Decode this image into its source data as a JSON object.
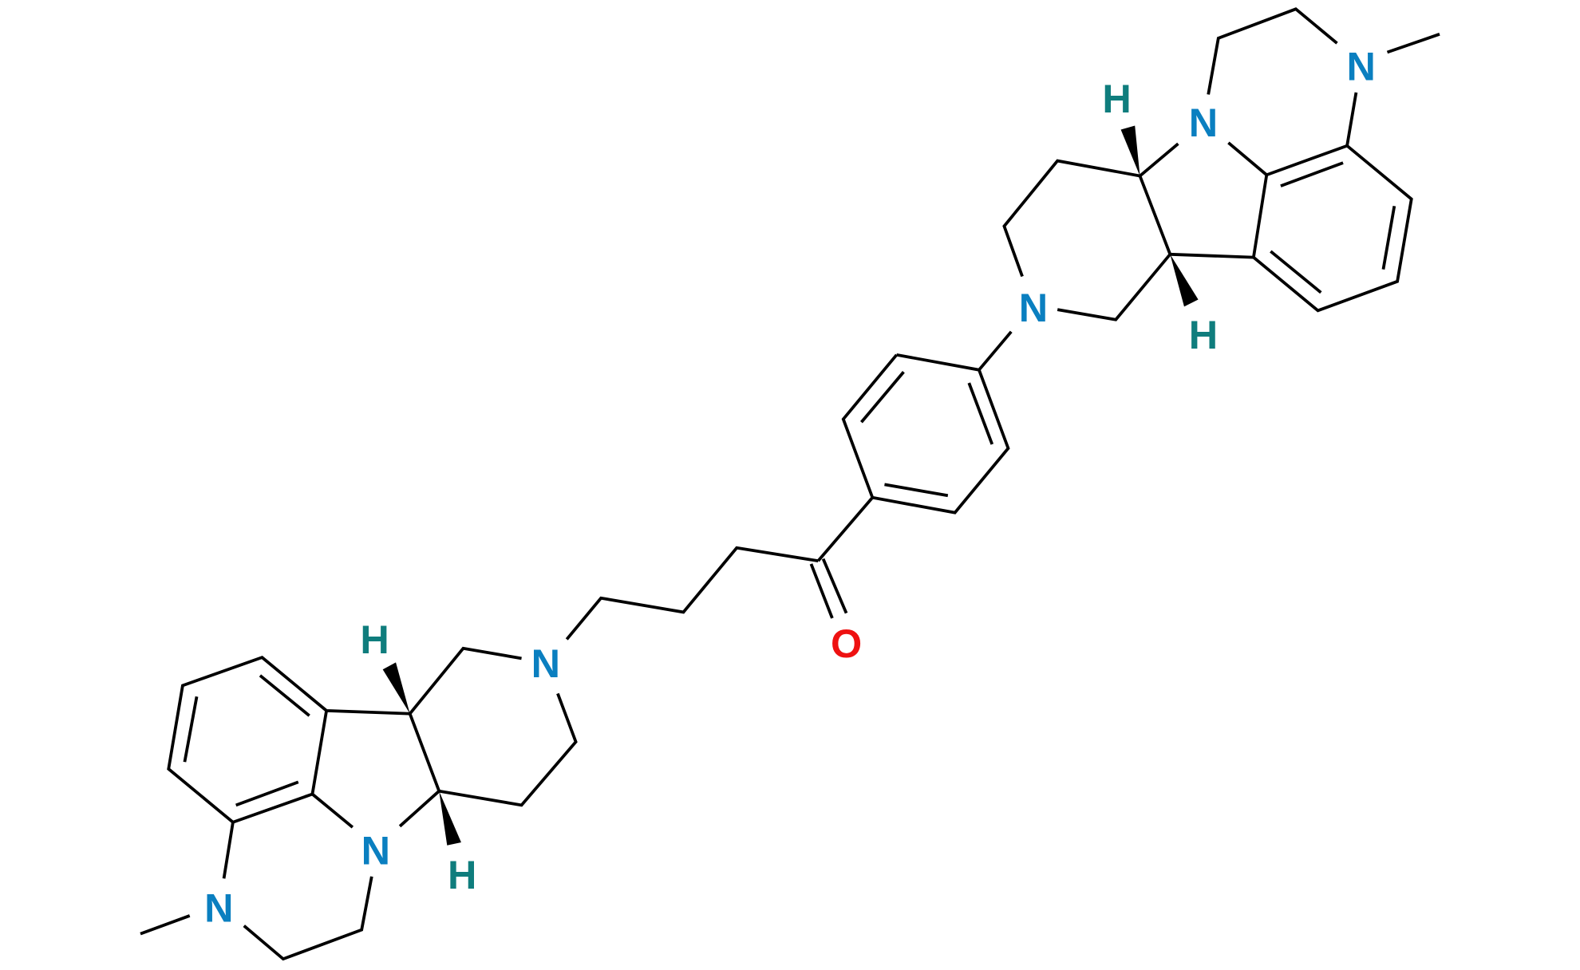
{
  "colors": {
    "nitrogen": "#0a7fc0",
    "hydrogen": "#0f7d7d",
    "oxygen": "#ee1111",
    "bond": "#000000"
  },
  "atoms": {
    "n1": "N",
    "n2": "N",
    "n3": "N",
    "n4": "N",
    "n5": "N",
    "n6": "N",
    "o1": "O",
    "h1": "H",
    "h2": "H",
    "h3": "H",
    "h4": "H"
  }
}
